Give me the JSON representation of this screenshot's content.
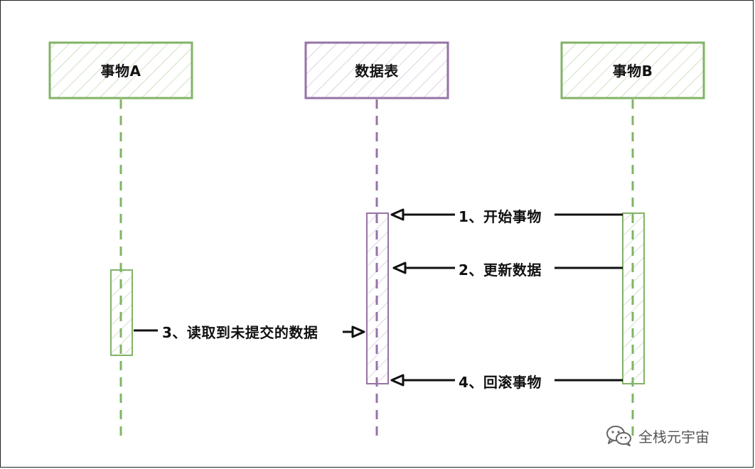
{
  "participants": [
    {
      "id": "a",
      "label": "事物A"
    },
    {
      "id": "table",
      "label": "数据表"
    },
    {
      "id": "b",
      "label": "事物B"
    }
  ],
  "messages": [
    {
      "label": "1、开始事物",
      "from": "事物B",
      "to": "数据表"
    },
    {
      "label": "2、更新数据",
      "from": "事物B",
      "to": "数据表"
    },
    {
      "label": "3、读取到未提交的数据",
      "from": "事物A",
      "to": "数据表"
    },
    {
      "label": "4、回滚事物",
      "from": "事物B",
      "to": "数据表"
    }
  ],
  "watermark": {
    "text": "全栈元宇宙"
  },
  "colors": {
    "green": "#82b366",
    "purple": "#9673a6",
    "arrow": "#111111"
  }
}
